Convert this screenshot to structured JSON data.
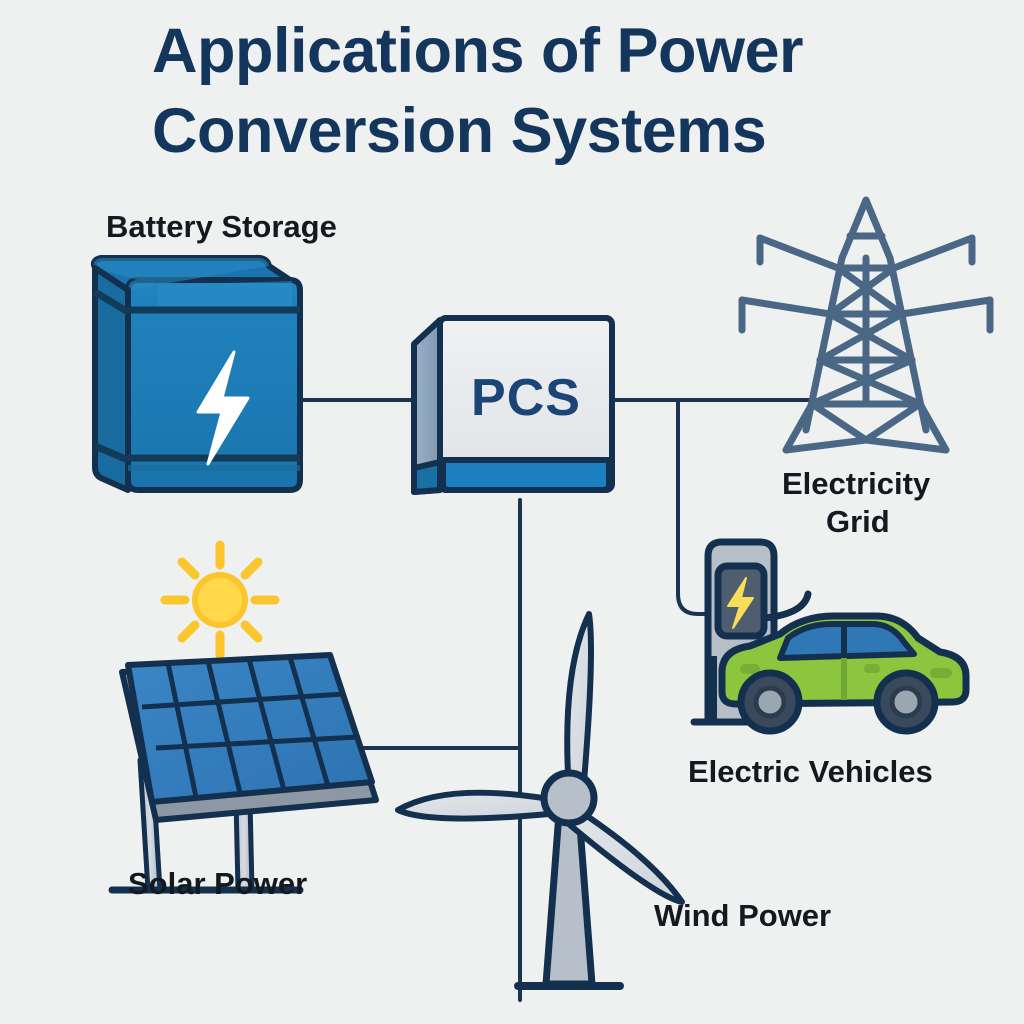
{
  "page": {
    "background_color": "#eef1f0",
    "title_line1": "Applications of Power",
    "title_line2": "Conversion Systems",
    "title_color": "#14365c"
  },
  "hub": {
    "label": "PCS",
    "label_color": "#1b4576",
    "face_color": "#e9ecee",
    "accent_color": "#1b7fc0",
    "side_color": "#8ba3bd"
  },
  "nodes": [
    {
      "id": "battery-storage",
      "label": "Battery Storage",
      "icon": "battery-box-bolt-icon",
      "color": "#1d7ab5",
      "label_color": "#14181f"
    },
    {
      "id": "electricity-grid",
      "label_line1": "Electricity",
      "label_line2": "Grid",
      "label": "Electricity Grid",
      "icon": "transmission-tower-icon",
      "color": "#4a6785",
      "label_color": "#14181f"
    },
    {
      "id": "electric-vehicles",
      "label": "Electric Vehicles",
      "icon": "ev-charger-car-icon",
      "color": "#8cc63f",
      "accent_color": "#f8dd59",
      "label_color": "#14181f"
    },
    {
      "id": "solar-power",
      "label": "Solar Power",
      "icon": "solar-panel-sun-icon",
      "color": "#2f7fc1",
      "accent_color": "#fbc52d",
      "label_color": "#14181f"
    },
    {
      "id": "wind-power",
      "label": "Wind Power",
      "icon": "wind-turbine-icon",
      "color": "#d4d9de",
      "label_color": "#14181f"
    }
  ],
  "connections": [
    {
      "from": "battery-storage",
      "to": "hub"
    },
    {
      "from": "hub",
      "to": "electricity-grid"
    },
    {
      "from": "hub",
      "to": "electric-vehicles"
    },
    {
      "from": "solar-power",
      "to": "hub"
    },
    {
      "from": "wind-power",
      "to": "hub"
    }
  ],
  "wire_color": "#1b3450"
}
